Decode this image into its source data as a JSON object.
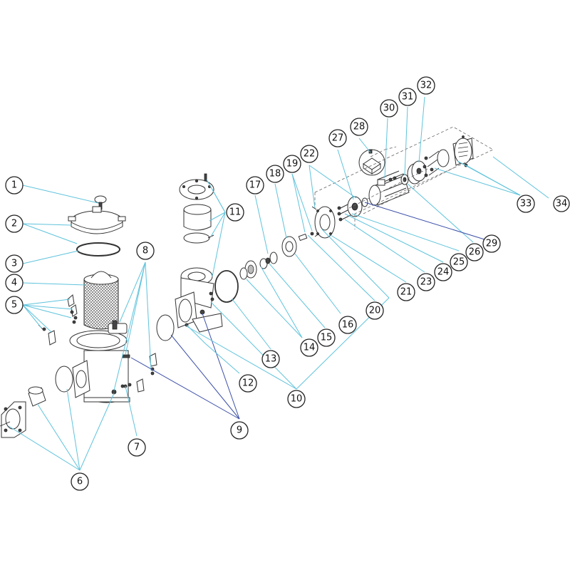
{
  "callouts": [
    {
      "label": "1"
    },
    {
      "label": "2"
    },
    {
      "label": "3"
    },
    {
      "label": "4"
    },
    {
      "label": "5"
    },
    {
      "label": "6"
    },
    {
      "label": "7"
    },
    {
      "label": "8"
    },
    {
      "label": "9"
    },
    {
      "label": "10"
    },
    {
      "label": "11"
    },
    {
      "label": "12"
    },
    {
      "label": "13"
    },
    {
      "label": "14"
    },
    {
      "label": "15"
    },
    {
      "label": "16"
    },
    {
      "label": "17"
    },
    {
      "label": "18"
    },
    {
      "label": "19"
    },
    {
      "label": "20"
    },
    {
      "label": "21"
    },
    {
      "label": "22"
    },
    {
      "label": "23"
    },
    {
      "label": "24"
    },
    {
      "label": "25"
    },
    {
      "label": "26"
    },
    {
      "label": "27"
    },
    {
      "label": "28"
    },
    {
      "label": "29"
    },
    {
      "label": "30"
    },
    {
      "label": "31"
    },
    {
      "label": "32"
    },
    {
      "label": "33"
    },
    {
      "label": "34"
    }
  ],
  "colors": {
    "leader_line": "#5fc3dc",
    "leader_line_alt": "#3b4fa8",
    "outline": "#333333"
  }
}
